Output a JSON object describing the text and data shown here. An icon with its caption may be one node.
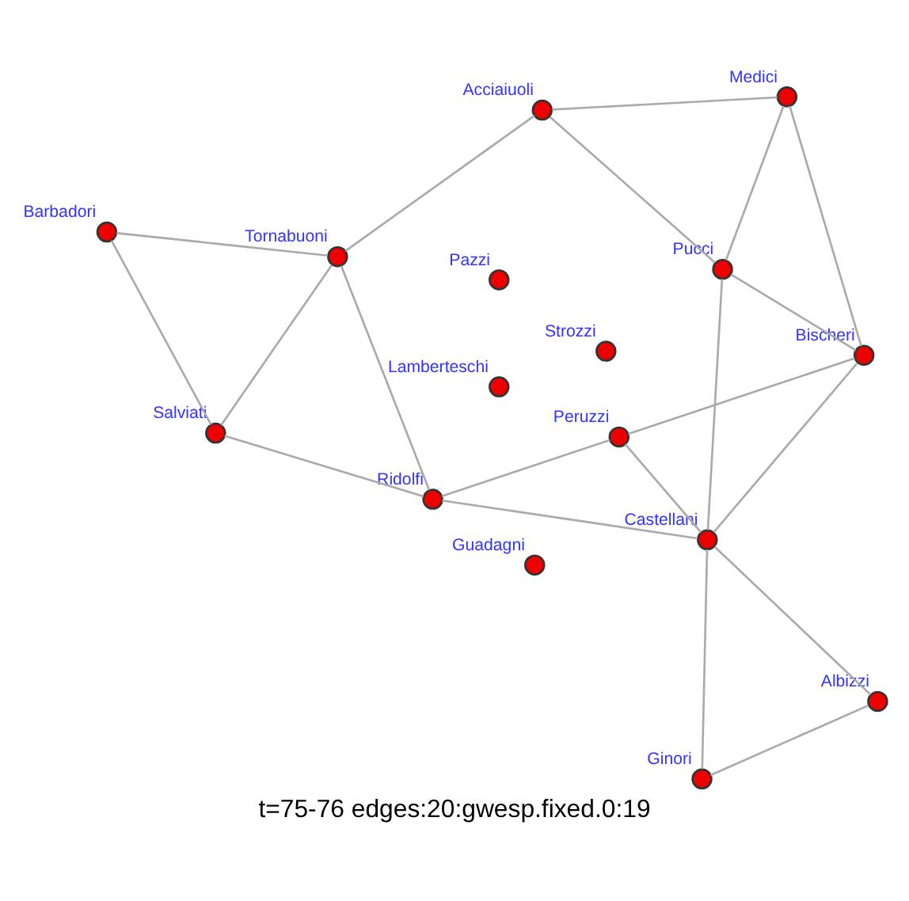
{
  "diagram": {
    "caption": "t=75-76 edges:20:gwesp.fixed.0:19",
    "nodes": [
      {
        "text": [],
        "shape": "circle",
        "beside": [
          "Lamberteschi"
        ]
      },
      {
        "text": [],
        "shape": "circle",
        "beside": [
          "Strozzi"
        ]
      },
      {
        "text": [],
        "shape": "circle",
        "beside": [
          "Barbadori"
        ]
      },
      {
        "text": [],
        "shape": "circle",
        "beside": [
          "Acciaiuoli"
        ]
      },
      {
        "text": [],
        "shape": "circle",
        "beside": [
          "Tornabuoni"
        ]
      },
      {
        "text": [],
        "shape": "circle",
        "beside": [
          "Medici"
        ]
      },
      {
        "text": [],
        "shape": "circle",
        "beside": [
          "Salviati"
        ]
      },
      {
        "text": [],
        "shape": "circle",
        "beside": [
          "Guadagni"
        ]
      },
      {
        "text": [],
        "shape": "circle",
        "beside": [
          "Pucci"
        ]
      },
      {
        "text": [],
        "shape": "circle",
        "beside": [
          "Ridolfi"
        ]
      },
      {
        "text": [],
        "shape": "circle",
        "beside": [
          "Bischeri"
        ]
      },
      {
        "text": [],
        "shape": "circle",
        "beside": [
          "Castellani"
        ]
      },
      {
        "text": [],
        "shape": "circle",
        "beside": [
          "Peruzzi"
        ]
      },
      {
        "text": [],
        "shape": "circle",
        "beside": [
          "Pazzi"
        ]
      },
      {
        "text": [],
        "shape": "circle",
        "beside": [
          "Albizzi"
        ]
      },
      {
        "text": [],
        "shape": "circle",
        "beside": [
          "Ginori"
        ]
      }
    ],
    "edges": [
      {
        "from": 3,
        "to": 4,
        "arrow": "none"
      },
      {
        "from": 3,
        "to": 5,
        "arrow": "none"
      },
      {
        "from": 3,
        "to": 8,
        "arrow": "none"
      },
      {
        "from": 5,
        "to": 8,
        "arrow": "none"
      },
      {
        "from": 5,
        "to": 10,
        "arrow": "none"
      },
      {
        "from": 8,
        "to": 10,
        "arrow": "none"
      },
      {
        "from": 8,
        "to": 11,
        "arrow": "none"
      },
      {
        "from": 10,
        "to": 11,
        "arrow": "none"
      },
      {
        "from": 10,
        "to": 12,
        "arrow": "none"
      },
      {
        "from": 11,
        "to": 12,
        "arrow": "none"
      },
      {
        "from": 11,
        "to": 9,
        "arrow": "none"
      },
      {
        "from": 11,
        "to": 14,
        "arrow": "none"
      },
      {
        "from": 11,
        "to": 15,
        "arrow": "none"
      },
      {
        "from": 14,
        "to": 15,
        "arrow": "none"
      },
      {
        "from": 9,
        "to": 12,
        "arrow": "none"
      },
      {
        "from": 9,
        "to": 6,
        "arrow": "none"
      },
      {
        "from": 9,
        "to": 4,
        "arrow": "none"
      },
      {
        "from": 4,
        "to": 2,
        "arrow": "none"
      },
      {
        "from": 4,
        "to": 6,
        "arrow": "none"
      },
      {
        "from": 2,
        "to": 6,
        "arrow": "none"
      }
    ]
  }
}
